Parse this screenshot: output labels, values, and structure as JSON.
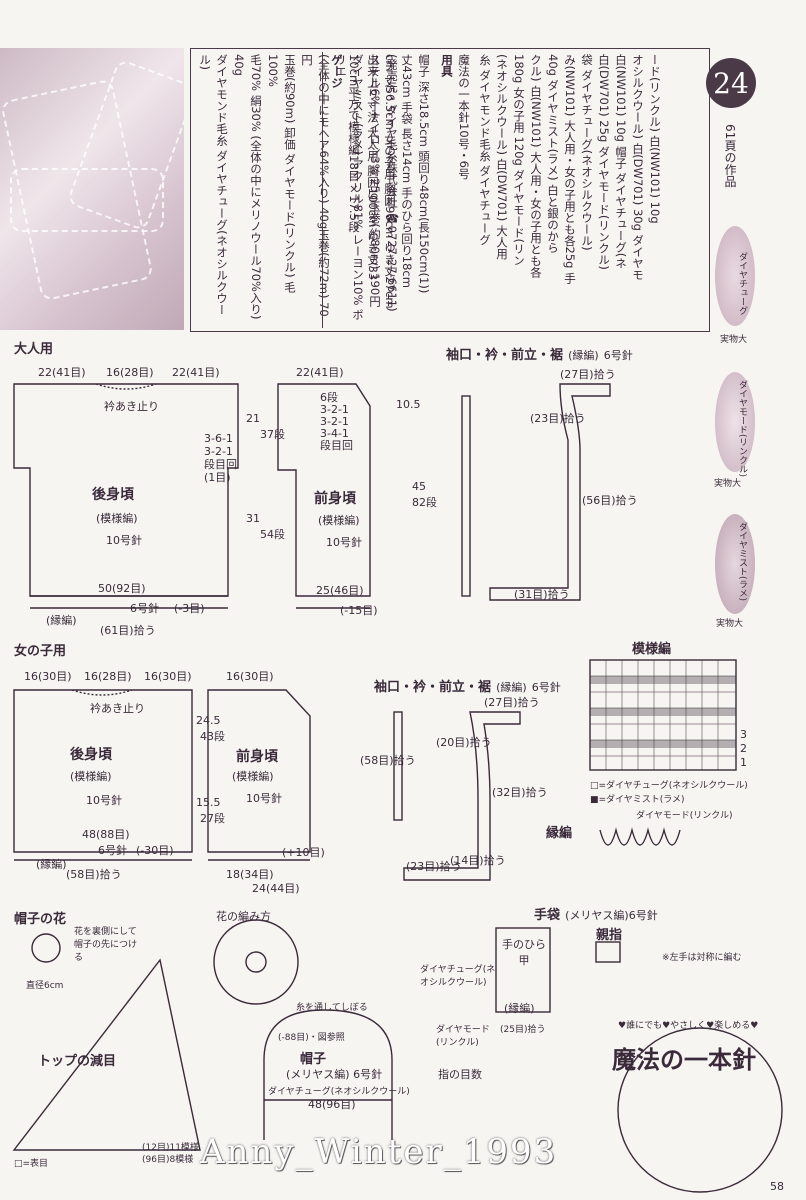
{
  "pattern_number": "24",
  "page_ref": "61頁の作品",
  "page_number": "58",
  "yarn_info": [
    "ダイヤモンド毛糸 ダイヤチューグ(ネオシルクウール)",
    "毛70% 絹30% (全体の中にメリノウール70%入り) 40g",
    "玉巻(約90m) 卸価 ダイヤモード(リンクル) 毛100%",
    "(全体の中にモヘア64%入り) 40g玉巻(約72m) 70円",
    "ダイヤミスト(ラメ) アクリル81% レーヨン10% ポリエ",
    "ステル6% ナイロン3% 25g玉巻(約80m) 190円",
    "(発売元・ダイヤ毛糸株式会社 ☎0727-27-6611)"
  ],
  "materials": [
    "糸 ダイヤモンド毛糸 ダイヤチューグ",
    "(ネオシルクウール) 白(DW701) 大人用",
    "180g 女の子用 120g ダイヤモード(リン",
    "クル) 白(NW101) 大人用・女の子用とも各",
    "40g ダイヤミスト(ラメ) 白と銀のから",
    "み(NW101) 大人用・女の子用とも各25g 手",
    "袋 ダイヤチューグ(ネオシルクウール)",
    "白(DW701) 25g ダイヤモード(リンクル)",
    "白(NW101) 10g 帽子 ダイヤチューグ(ネ",
    "オシルクウール) 白(DW701) 30g ダイヤモ",
    "ード(リンクル) 白(NW101) 10g"
  ],
  "tools": [
    "用具",
    "魔法の一本針10号・6号"
  ],
  "size": [
    "出来上り寸法 大人用 胸囲100cm ゆき丈33",
    "cm 丈56.5cm 女の子用 胸囲96cm ゆき丈27cm",
    "丈43cm 手袋 長さ14cm 手のひら回り18cm",
    "帽子 深さ18.5cm 頭回り48cm(長150cm(1))"
  ],
  "gauge": [
    "ゲージ",
    "10cm平方で模様編18目×17.5段"
  ],
  "swatches": [
    {
      "name": "ダイヤチューグ",
      "caption": "実物大"
    },
    {
      "name": "ダイヤモード(リンクル)",
      "caption": "実物大"
    },
    {
      "name": "ダイヤミスト(ラメ)",
      "caption": "実物大"
    }
  ],
  "adult": {
    "section": "大人用",
    "back_title": "後身頃",
    "back_pattern": "(模様編)",
    "back_needle": "10号針",
    "front_title": "前身頃",
    "front_pattern": "(模様編)",
    "front_needle": "10号針",
    "top_dims": [
      "22(41目)",
      "16(28目)",
      "22(41目)"
    ],
    "front_top": "22(41目)",
    "collar": "衿あき止り",
    "bottom_50": "50(92目)",
    "bottom_61": "(61目)拾う",
    "edge": "(縁編)",
    "needle6": "6号針",
    "minus3": "(-3目)",
    "bottom_25": "25(46目)",
    "minus15": "(-15目)",
    "dec_back": [
      "3-6-1",
      "3-2-1",
      "段目回",
      "(1目)"
    ],
    "dec_front": [
      "6段",
      "3-2-1",
      "3-2-1",
      "3-4-1",
      "段目回"
    ],
    "h21": "21",
    "h37": "37段",
    "h31": "31",
    "h54": "54段",
    "h105": "10.5",
    "h45": "45",
    "h82": "82段",
    "cuff_title": "袖口・衿・前立・裾",
    "cuff_edge": "(縁編)",
    "cuff_needle": "6号針",
    "cuff_27": "(27目)拾う",
    "cuff_23": "(23目)拾う",
    "cuff_56": "(56目)拾う",
    "cuff_31": "(31目)拾う"
  },
  "girl": {
    "section": "女の子用",
    "back_title": "後身頃",
    "back_pattern": "(模様編)",
    "back_needle": "10号針",
    "front_title": "前身頃",
    "front_pattern": "(模様編)",
    "front_needle": "10号針",
    "top_dims": [
      "16(30目)",
      "16(28目)",
      "16(30目)"
    ],
    "front_top": "16(30目)",
    "collar": "衿あき止り",
    "bottom_48": "48(88目)",
    "bottom_58": "(58目)拾う",
    "edge": "(縁編)",
    "needle6": "6号針",
    "minus30": "(-30目)",
    "bottom_18": "18(34目)",
    "bottom_24": "24(44目)",
    "plus10": "(+10目)",
    "h245": "24.5",
    "h43": "43段",
    "h155": "15.5",
    "h27": "27段",
    "cuff_title": "袖口・衿・前立・裾",
    "cuff_edge": "(縁編)",
    "cuff_needle": "6号針",
    "cuff_27": "(27目)拾う",
    "cuff_20": "(20目)拾う",
    "cuff_58": "(58目)拾う",
    "cuff_32": "(32目)拾う",
    "cuff_23": "(23目)拾う",
    "cuff_14": "(14目)拾う"
  },
  "chart": {
    "title": "模様編",
    "legend": [
      "□=ダイヤチューグ(ネオシルクウール)",
      "■=ダイヤミスト(ラメ)"
    ],
    "rows": [
      "3",
      "2",
      "1"
    ],
    "edge_title": "縁編",
    "edge_yarn": "ダイヤモード(リンクル)"
  },
  "glove": {
    "title": "手袋",
    "method": "(メリヤス編)6号針",
    "palm": "手のひら甲",
    "thumb": "親指",
    "edge": "(縁編)",
    "picked": "(25目)拾う",
    "yarn1": "ダイヤチューグ(ネオシルクウール)",
    "yarn2": "ダイヤモード(リンクル)",
    "note": "※左手は対称に編む",
    "finger_count": "指の目数"
  },
  "hat": {
    "title": "帽子",
    "pattern": "(メリヤス編)",
    "needle": "6号針",
    "dims": "48(96目)",
    "top": "(-88目)・図参照",
    "yarn": "ダイヤチューグ(ネオシルクウール)",
    "flower_title": "帽子の花",
    "flower_method": "花の編み方",
    "flower_note": "花を裏側にして帽子の先につける",
    "flower_size": "直径6cm",
    "top_dec": "トップの減目",
    "legend": "□=表目",
    "bottom": [
      "(12目)11模様",
      "(96目)8模様"
    ],
    "thread": "糸を通してしぼる"
  },
  "logo": {
    "tagline": "♥誰にでも♥やさしく♥楽しめる♥",
    "title": "魔法の一本針"
  },
  "watermark": "Anny_Winter_1993"
}
